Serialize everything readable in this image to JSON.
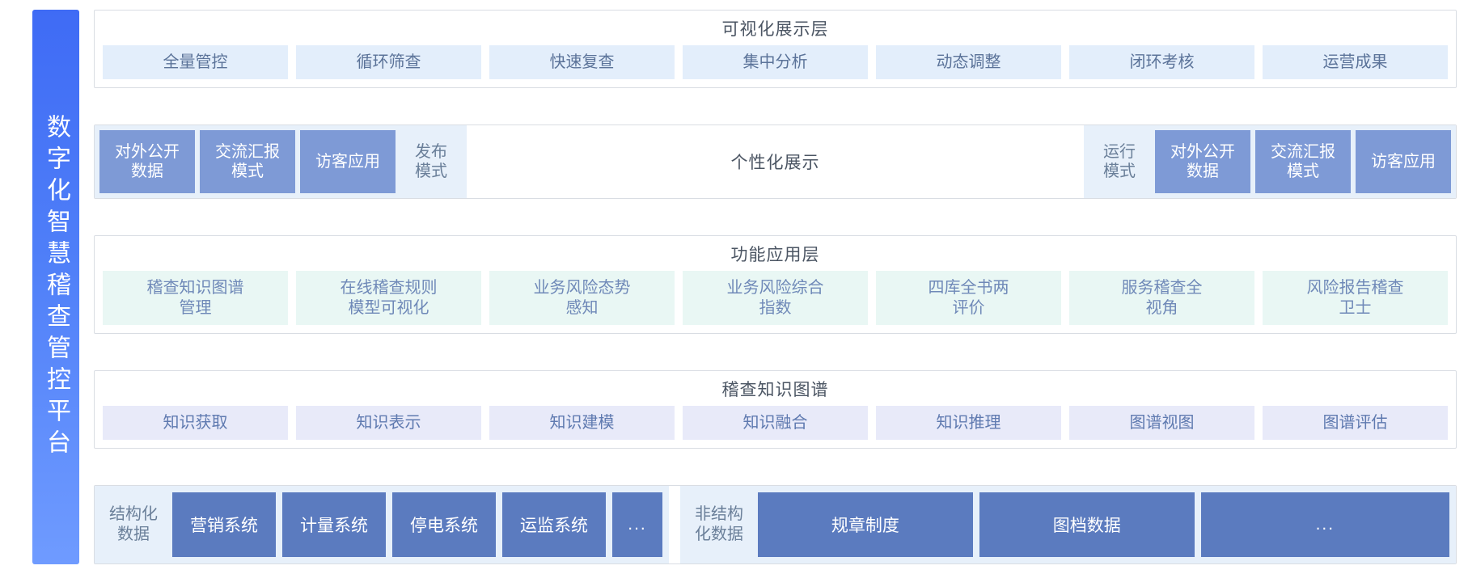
{
  "platform": {
    "title": "数字化智慧稽查管控平台",
    "accent_start": "#3f6bf5",
    "accent_end": "#6f9bff"
  },
  "layers": [
    {
      "id": "visualization",
      "title": "可视化展示层",
      "chip_style": "chip-blue",
      "chips": [
        "全量管控",
        "循环筛查",
        "快速复查",
        "集中分析",
        "动态调整",
        "闭环考核",
        "运营成果"
      ]
    },
    {
      "id": "personalized-display",
      "title": "个性化展示",
      "left_group": [
        {
          "label": "对外公开\n数据",
          "style": "solid"
        },
        {
          "label": "交流汇报\n模式",
          "style": "solid"
        },
        {
          "label": "访客应用",
          "style": "solid"
        },
        {
          "label": "发布\n模式",
          "style": "ghost"
        }
      ],
      "right_group": [
        {
          "label": "运行\n模式",
          "style": "ghost"
        },
        {
          "label": "对外公开\n数据",
          "style": "solid"
        },
        {
          "label": "交流汇报\n模式",
          "style": "solid"
        },
        {
          "label": "访客应用",
          "style": "solid"
        }
      ]
    },
    {
      "id": "function-application",
      "title": "功能应用层",
      "chip_style": "chip-mint",
      "chips": [
        "稽查知识图谱\n管理",
        "在线稽查规则\n模型可视化",
        "业务风险态势\n感知",
        "业务风险综合\n指数",
        "四库全书两\n评价",
        "服务稽查全\n视角",
        "风险报告稽查\n卫士"
      ]
    },
    {
      "id": "knowledge-graph",
      "title": "稽查知识图谱",
      "chip_style": "chip-lav",
      "chips": [
        "知识获取",
        "知识表示",
        "知识建模",
        "知识融合",
        "知识推理",
        "图谱视图",
        "图谱评估"
      ]
    },
    {
      "id": "data-source",
      "structured": {
        "label": "结构化\n数据",
        "items": [
          "营销系统",
          "计量系统",
          "停电系统",
          "运监系统",
          "..."
        ]
      },
      "unstructured": {
        "label": "非结构\n化数据",
        "items": [
          "规章制度",
          "图档数据",
          "..."
        ]
      }
    }
  ],
  "colors": {
    "chip_blue_bg": "#e3eefb",
    "chip_mint_bg": "#e9f7f4",
    "chip_lavender_bg": "#e8eaf9",
    "solid_box_row2": "#7e9ad6",
    "solid_box_row5": "#5b7bbf",
    "group_band": "#e7f0fa",
    "layer_border": "#d9dde3",
    "title_text": "#4b5563"
  }
}
